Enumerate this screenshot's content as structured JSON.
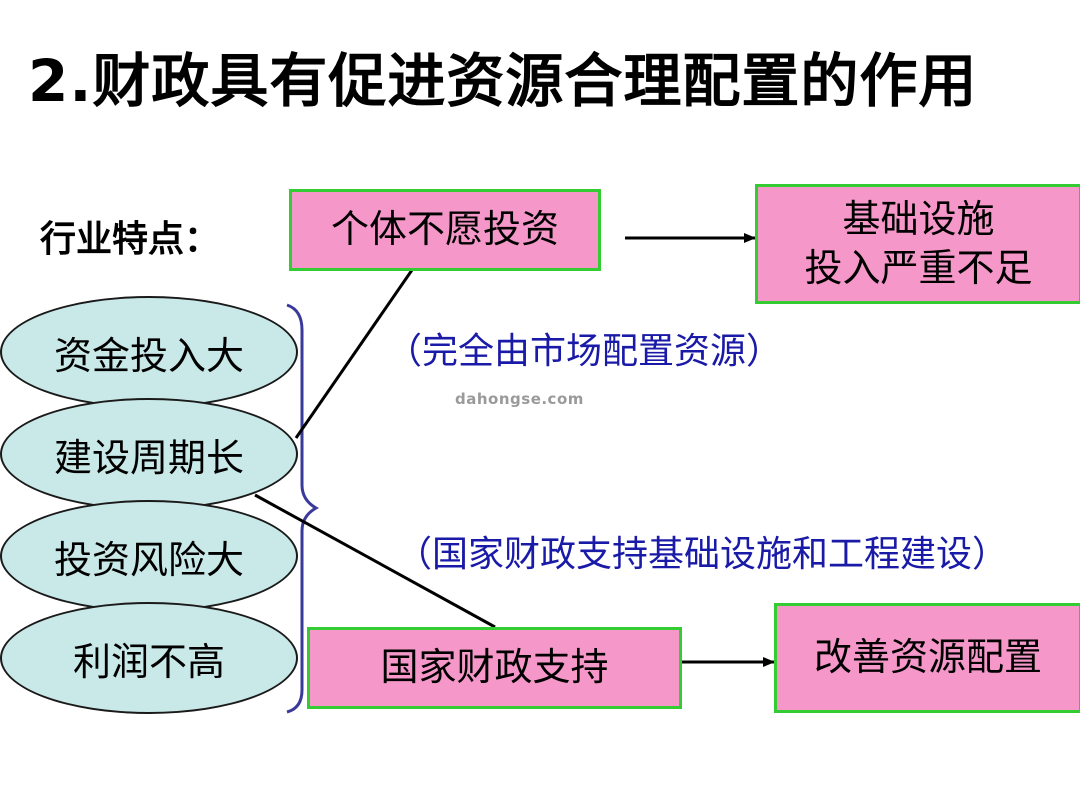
{
  "title": "2.财政具有促进资源合理配置的作用",
  "industry_label": "行业特点：",
  "features": [
    {
      "label": "资金投入大"
    },
    {
      "label": "建设周期长"
    },
    {
      "label": "投资风险大"
    },
    {
      "label": "利润不高"
    }
  ],
  "boxes": {
    "individual": {
      "label": "个体不愿投资"
    },
    "infra_lines": [
      "基础设施",
      "投入严重不足"
    ],
    "state_support": {
      "label": "国家财政支持"
    },
    "improve": {
      "label": "改善资源配置"
    }
  },
  "notes": {
    "market": "（完全由市场配置资源）",
    "state": "（国家财政支持基础设施和工程建设）"
  },
  "watermark": "dahongse.com",
  "colors": {
    "box_fill": "#f598c9",
    "box_border": "#33cc33",
    "ellipse_fill": "#c9e8e8",
    "note_text": "#1a1aa8",
    "brace": "#3a3a9a"
  }
}
